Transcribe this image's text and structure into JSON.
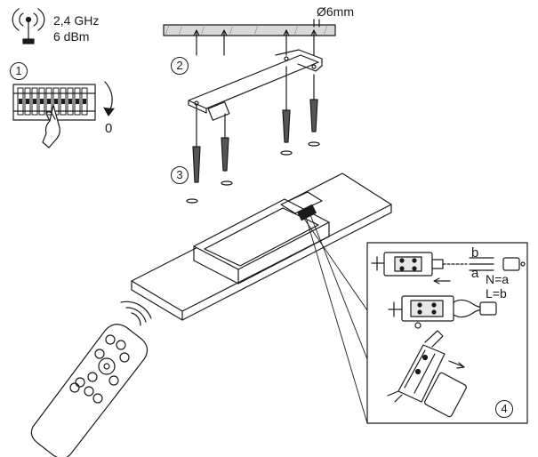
{
  "radio": {
    "frequency": "2,4 GHz",
    "power": "6 dBm"
  },
  "hole": {
    "diameter": "Ø6mm"
  },
  "switch": {
    "off_label": "0"
  },
  "steps": {
    "s1": "1",
    "s2": "2",
    "s3": "3",
    "s4": "4"
  },
  "wiring": {
    "wire_b": "b",
    "wire_a": "a",
    "n_eq": "N=a",
    "l_eq": "L=b"
  },
  "icons": [
    "antenna-icon",
    "breaker-panel-icon",
    "hand-icon",
    "screw-icon",
    "remote-control-icon",
    "signal-waves-icon",
    "connector-icon"
  ]
}
